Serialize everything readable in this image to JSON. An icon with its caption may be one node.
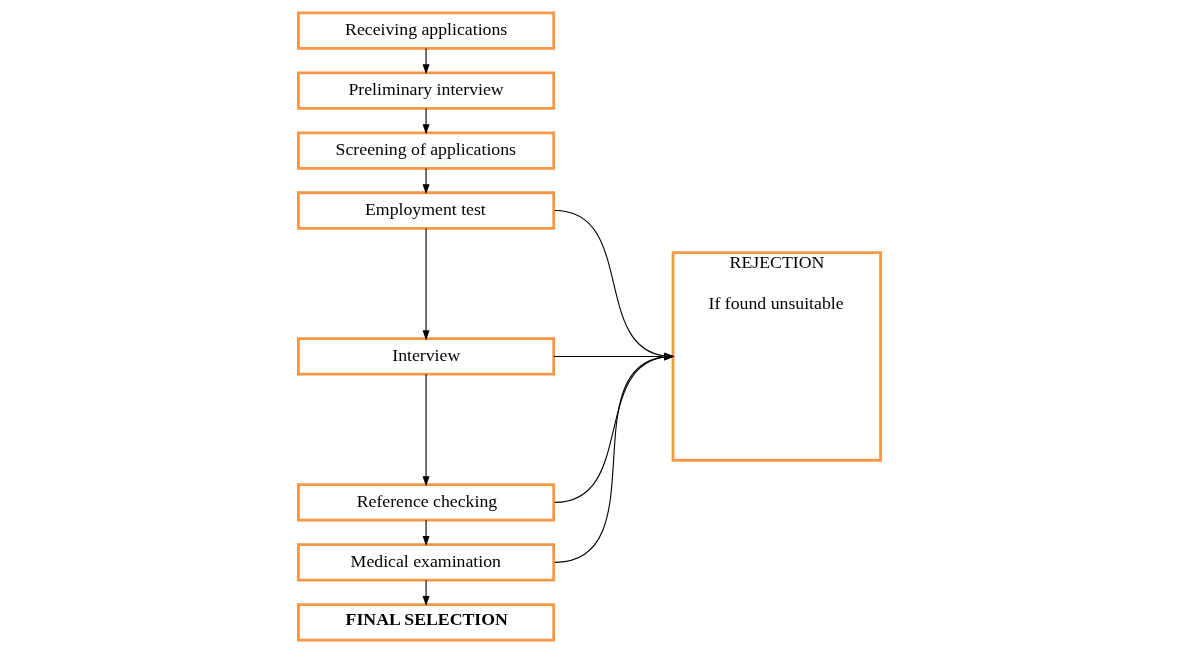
{
  "diagram": {
    "nodes": [
      {
        "text": [
          "Receiving applications"
        ]
      },
      {
        "text": [
          "Preliminary interview"
        ]
      },
      {
        "text": [
          "Screening of applications"
        ]
      },
      {
        "text": [
          "Employment test"
        ]
      },
      {
        "text": [
          "Interview"
        ]
      },
      {
        "text": [
          "Reference checking"
        ]
      },
      {
        "text": [
          "Medical examination"
        ]
      },
      {
        "text": [
          "FINAL SELECTION"
        ]
      },
      {
        "text": [
          "REJECTION",
          "If found unsuitable"
        ]
      }
    ],
    "edges": [
      {
        "from": 0,
        "to": 1,
        "arrow": "to"
      },
      {
        "from": 1,
        "to": 2,
        "arrow": "to"
      },
      {
        "from": 2,
        "to": 3,
        "arrow": "to"
      },
      {
        "from": 3,
        "to": 4,
        "arrow": "to"
      },
      {
        "from": 4,
        "to": 5,
        "arrow": "to"
      },
      {
        "from": 5,
        "to": 6,
        "arrow": "to"
      },
      {
        "from": 6,
        "to": 7,
        "arrow": "to"
      },
      {
        "from": 3,
        "to": 8,
        "arrow": "to"
      },
      {
        "from": 4,
        "to": 8,
        "arrow": "to"
      },
      {
        "from": 5,
        "to": 8,
        "arrow": "to"
      },
      {
        "from": 6,
        "to": 8,
        "arrow": "to"
      }
    ]
  }
}
